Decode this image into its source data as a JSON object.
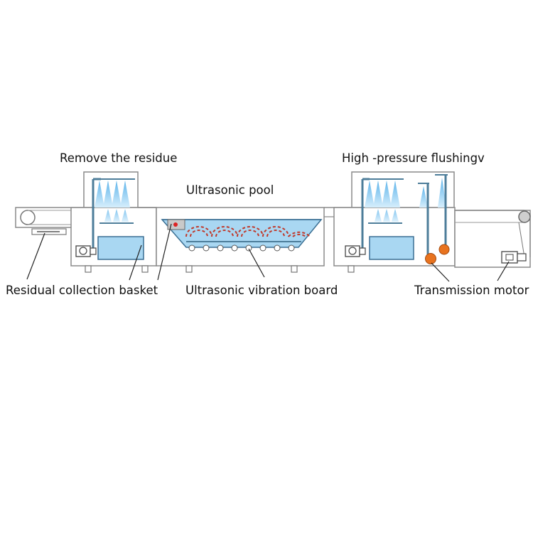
{
  "labels": {
    "remove_residue": "Remove the residue",
    "ultrasonic_pool": "Ultrasonic pool",
    "high_pressure": "High -pressure flushingv",
    "residual_basket": "Residual collection basket",
    "vibration_board": "Ultrasonic vibration board",
    "transmission_motor": "Transmission motor"
  },
  "colors": {
    "frame": "#8a8a8a",
    "water": "#a9d7f2",
    "water_edge": "#3b6f93",
    "pipe": "#4d7d9a",
    "spray": "#7fc4ee",
    "wave": "#c0392b",
    "motor_ball": "#e8731f"
  }
}
